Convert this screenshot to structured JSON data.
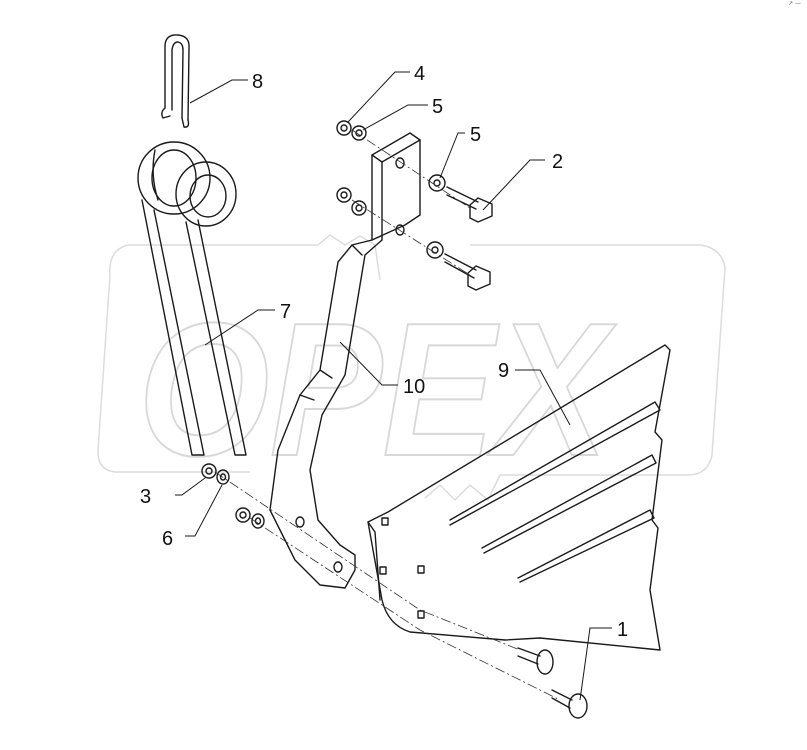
{
  "watermark": {
    "text": "OPEX",
    "color": "#e6e6e6"
  },
  "corner_mark": "↗ —",
  "callouts": [
    {
      "id": "c1",
      "number": "1",
      "part": "carriage bolt"
    },
    {
      "id": "c2",
      "number": "2",
      "part": "hex bolt"
    },
    {
      "id": "c3",
      "number": "3",
      "part": "nut"
    },
    {
      "id": "c4",
      "number": "4",
      "part": "nut"
    },
    {
      "id": "c5a",
      "number": "5",
      "part": "washer"
    },
    {
      "id": "c5b",
      "number": "5",
      "part": "washer"
    },
    {
      "id": "c6",
      "number": "6",
      "part": "washer"
    },
    {
      "id": "c7",
      "number": "7",
      "part": "spring tine"
    },
    {
      "id": "c8",
      "number": "8",
      "part": "clip"
    },
    {
      "id": "c9",
      "number": "9",
      "part": "deflector plate"
    },
    {
      "id": "c10",
      "number": "10",
      "part": "bracket arm"
    }
  ],
  "colors": {
    "line": "#1a1a1a",
    "watermark": "#e6e6e6"
  }
}
